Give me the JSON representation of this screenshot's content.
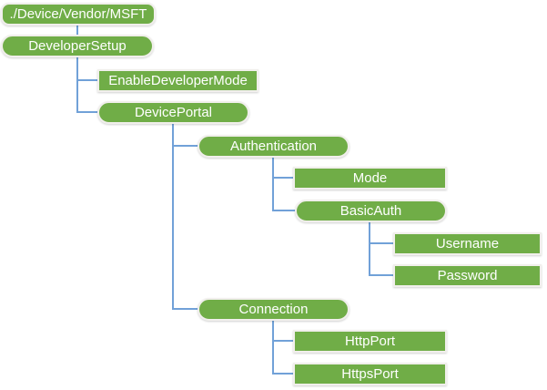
{
  "diagram_type": "tree",
  "colors": {
    "node_fill": "#70AD47",
    "node_text": "#FFFFFF",
    "node_border": "#F1EFEC",
    "connector_line": "#71A1D8",
    "background": "#FFFFFF"
  },
  "nodes": [
    {
      "label": "./Device/Vendor/MSFT",
      "shape": "rounded-rectangle",
      "parent": null
    },
    {
      "label": "DeveloperSetup",
      "shape": "pill",
      "parent": "./Device/Vendor/MSFT"
    },
    {
      "label": "EnableDeveloperMode",
      "shape": "rectangle",
      "parent": "DeveloperSetup"
    },
    {
      "label": "DevicePortal",
      "shape": "pill",
      "parent": "DeveloperSetup"
    },
    {
      "label": "Authentication",
      "shape": "pill",
      "parent": "DevicePortal"
    },
    {
      "label": "Mode",
      "shape": "rectangle",
      "parent": "Authentication"
    },
    {
      "label": "BasicAuth",
      "shape": "pill",
      "parent": "Authentication"
    },
    {
      "label": "Username",
      "shape": "rectangle",
      "parent": "BasicAuth"
    },
    {
      "label": "Password",
      "shape": "rectangle",
      "parent": "BasicAuth"
    },
    {
      "label": "Connection",
      "shape": "pill",
      "parent": "DevicePortal"
    },
    {
      "label": "HttpPort",
      "shape": "rectangle",
      "parent": "Connection"
    },
    {
      "label": "HttpsPort",
      "shape": "rectangle",
      "parent": "Connection"
    }
  ]
}
